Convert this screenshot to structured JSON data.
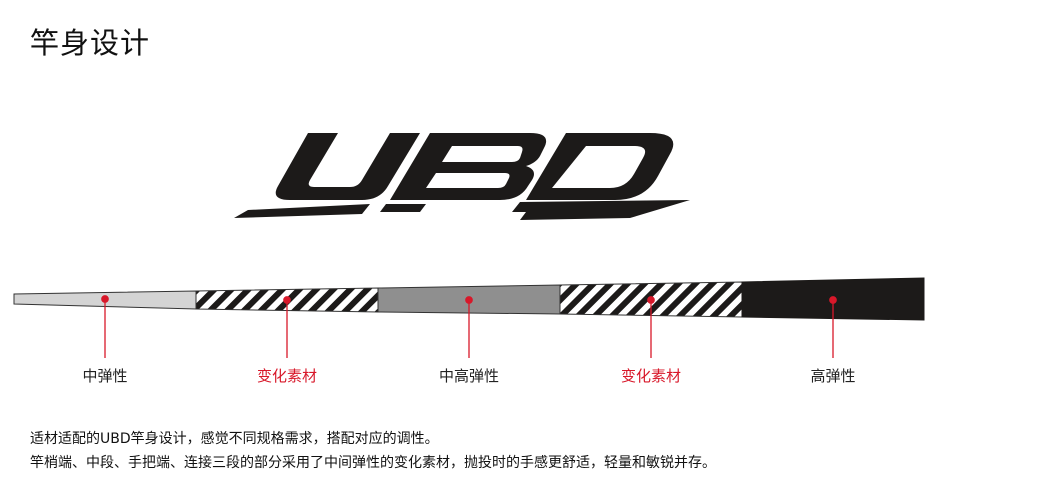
{
  "title": "竿身设计",
  "logo": {
    "text": "UBD"
  },
  "segments": [
    {
      "label": "中弹性",
      "color": "#222222",
      "fill": "light"
    },
    {
      "label": "变化素材",
      "color": "#d8182a",
      "fill": "striped"
    },
    {
      "label": "中高弹性",
      "color": "#222222",
      "fill": "mid"
    },
    {
      "label": "变化素材",
      "color": "#d8182a",
      "fill": "striped"
    },
    {
      "label": "高弹性",
      "color": "#222222",
      "fill": "dark"
    }
  ],
  "colors": {
    "accent": "#d8182a",
    "light_fill": "#d4d4d4",
    "mid_fill": "#8f8f8f",
    "dark_fill": "#1c1a19"
  },
  "description": {
    "line1": "适材适配的UBD竿身设计，感觉不同规格需求，搭配对应的调性。",
    "line2": "竿梢端、中段、手把端、连接三段的部分采用了中间弹性的变化素材，抛投时的手感更舒适，轻量和敏锐并存。"
  }
}
